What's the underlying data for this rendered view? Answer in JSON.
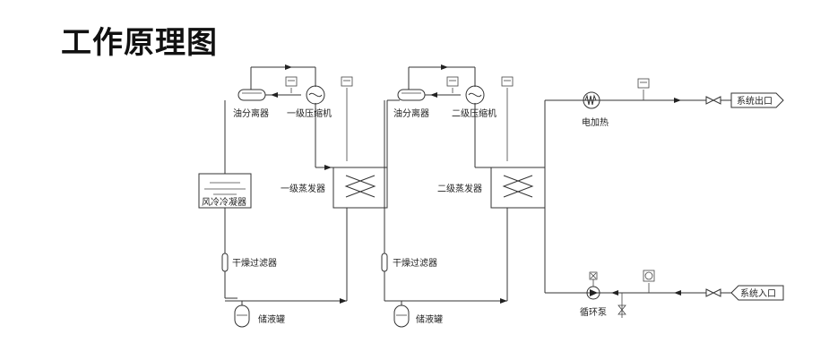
{
  "title": "工作原理图",
  "labels": {
    "oil_separator_1": "油分离器",
    "compressor_1": "一级压缩机",
    "oil_separator_2": "油分离器",
    "compressor_2": "二级压缩机",
    "air_condenser": "风冷冷凝器",
    "evaporator_1": "一级蒸发器",
    "evaporator_2": "二级蒸发器",
    "filter_drier_1": "干燥过滤器",
    "filter_drier_2": "干燥过滤器",
    "receiver_1": "储液罐",
    "receiver_2": "储液罐",
    "electric_heater": "电加热",
    "circulation_pump": "循环泵",
    "system_outlet": "系统出口",
    "system_inlet": "系统入口"
  }
}
